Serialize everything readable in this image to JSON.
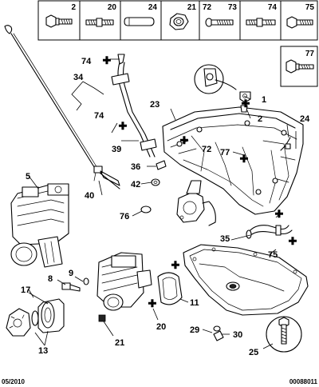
{
  "legend": {
    "cells": [
      {
        "num": "2",
        "icon": "flange-bolt-icon"
      },
      {
        "num": "20",
        "icon": "stud-icon"
      },
      {
        "num": "24",
        "icon": "dowel-pin-icon"
      },
      {
        "num": "21",
        "icon": "nut-icon"
      },
      {
        "num": "72",
        "icon": "screw-icon"
      },
      {
        "num": "73",
        "icon": "screw-icon"
      },
      {
        "num": "74",
        "icon": "stud-icon"
      },
      {
        "num": "75",
        "icon": "bolt-icon"
      },
      {
        "num": "77",
        "icon": "flange-bolt-icon"
      }
    ]
  },
  "callouts": [
    "1",
    "2",
    "5",
    "8",
    "9",
    "11",
    "13",
    "17",
    "20",
    "21",
    "23",
    "24",
    "25",
    "29",
    "30",
    "34",
    "35",
    "36",
    "39",
    "40",
    "42",
    "72",
    "74",
    "74",
    "75",
    "76",
    "77"
  ],
  "footer": {
    "date": "05/2010",
    "reference": "00088011"
  }
}
